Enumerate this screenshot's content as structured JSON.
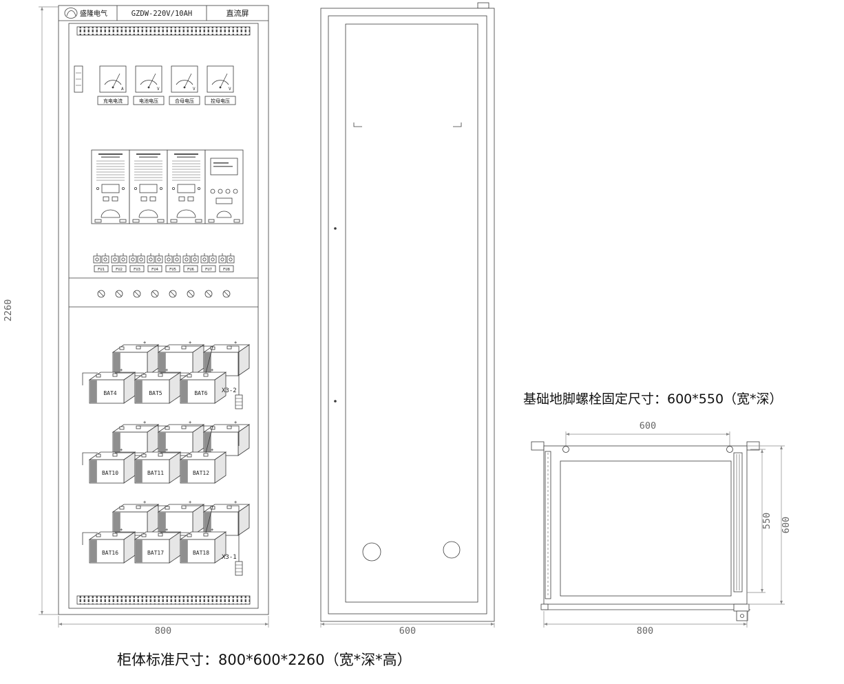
{
  "front_view": {
    "title_block": {
      "brand": "盛隆电气",
      "model": "GZDW-220V/10AH",
      "name": "直流屏"
    },
    "meters": [
      {
        "label": "充电电流",
        "unit": "A"
      },
      {
        "label": "电池电压",
        "unit": "V"
      },
      {
        "label": "合母电压",
        "unit": "V"
      },
      {
        "label": "控母电压",
        "unit": "V"
      }
    ],
    "terminals": [
      "FU1",
      "FU2",
      "FU3",
      "FU4",
      "FU5",
      "FU6",
      "FU7",
      "FU8"
    ],
    "batteries": {
      "plus": "+",
      "groups": [
        {
          "labels": [
            "BAT4",
            "BAT5",
            "BAT6"
          ],
          "connector": "X3-2"
        },
        {
          "labels": [
            "BAT10",
            "BAT11",
            "BAT12"
          ]
        },
        {
          "labels": [
            "BAT16",
            "BAT17",
            "BAT18"
          ],
          "connector": "X3-1"
        }
      ]
    },
    "dim_height": "2260",
    "dim_width": "800"
  },
  "side_view": {
    "dim_width": "600"
  },
  "plan_view": {
    "note": "基础地脚螺栓固定尺寸：600*550（宽*深）",
    "dim_bolt_width": "600",
    "dim_bolt_depth": "550",
    "dim_depth": "600",
    "dim_width": "800"
  },
  "footer": {
    "note": "柜体标准尺寸：800*600*2260（宽*深*高）"
  }
}
